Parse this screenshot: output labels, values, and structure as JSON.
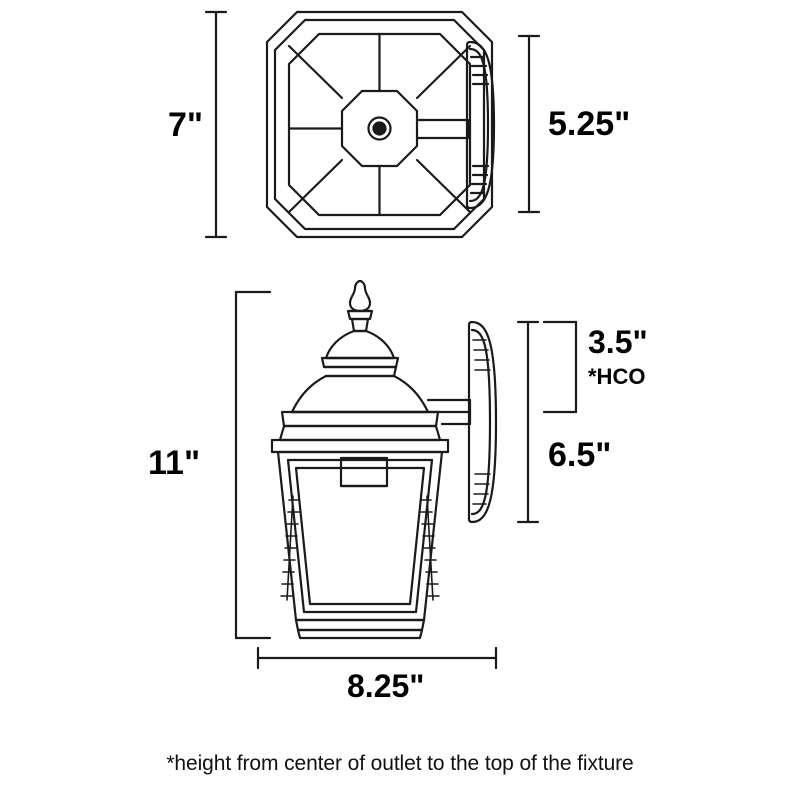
{
  "diagram": {
    "title": "Outdoor wall lantern dimension drawing",
    "views": [
      {
        "name": "top-view",
        "description": "Top-down view of the fixture showing square canopy and wall mount"
      },
      {
        "name": "side-view",
        "description": "Side elevation of the lantern with wall mount plate"
      }
    ],
    "stroke_color": "#1a1a1a",
    "background_color": "#ffffff"
  },
  "dimensions": {
    "top_width": "7\"",
    "top_depth": "5.25\"",
    "mount_height": "3.5\"",
    "mount_note": "*HCO",
    "backplate_height": "6.5\"",
    "overall_height": "11\"",
    "overall_width": "8.25\""
  },
  "footnote": "*height from center of outlet to the top of the fixture"
}
